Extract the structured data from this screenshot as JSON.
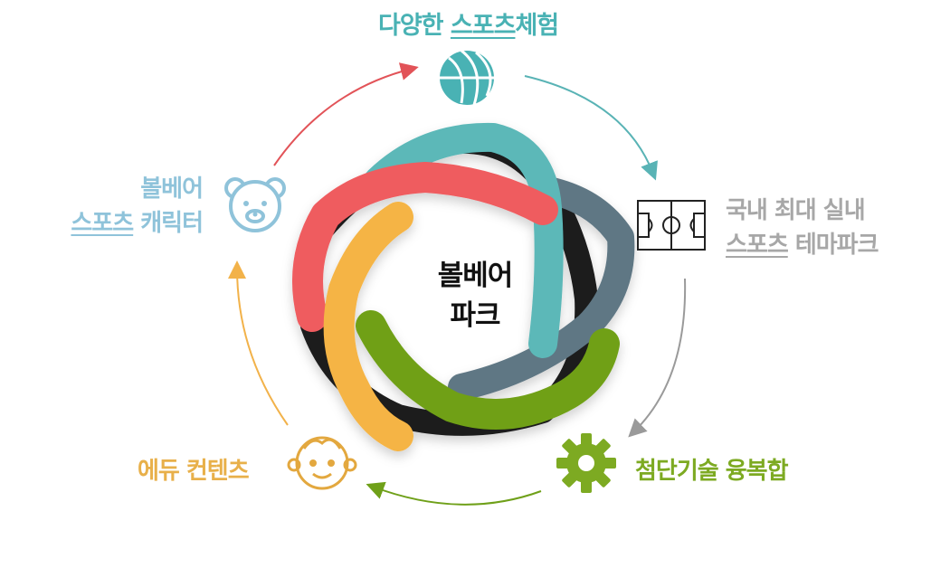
{
  "center": {
    "line1": "볼베어",
    "line2": "파크"
  },
  "nodes": {
    "sports": {
      "part1": "다양한 ",
      "underlined": "스포츠",
      "part2": "체험",
      "icon": "basketball-icon",
      "color": "#49b2b4"
    },
    "themepark": {
      "line1": "국내 최대 실내",
      "underlined": "스포츠",
      "line2_rest": " 테마파크",
      "icon": "soccer-field-icon",
      "color": "#a7a7a7"
    },
    "tech": {
      "text": "첨단기술 융복합",
      "icon": "gear-icon",
      "color": "#7daa22"
    },
    "edu": {
      "text": "에듀 컨텐츠",
      "icon": "child-face-icon",
      "color": "#e8b04a"
    },
    "character": {
      "line1": "볼베어",
      "underlined": "스포츠",
      "line2_rest": " 캐릭터",
      "icon": "bear-face-icon",
      "color": "#8fc3da"
    }
  },
  "colors": {
    "red": "#ef5b5f",
    "teal": "#5bb8b8",
    "slate": "#5f7784",
    "green": "#6fa019",
    "orange": "#f5b444",
    "black": "#1a1a1a"
  }
}
